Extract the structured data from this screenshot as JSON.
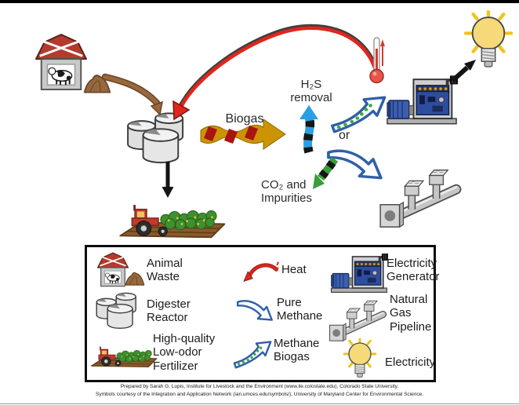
{
  "diagram": {
    "labels": {
      "biogas": "Biogas",
      "h2s_removal": "H₂S removal",
      "co2_impurities": "CO₂ and Impurities",
      "or": "or"
    }
  },
  "legend": {
    "items": [
      {
        "icon": "animal-waste-icon",
        "label": "Animal Waste"
      },
      {
        "icon": "digester-reactor-icon",
        "label": "Digester Reactor"
      },
      {
        "icon": "fertilizer-icon",
        "label": "High-quality Low-odor Fertilizer"
      },
      {
        "icon": "heat-arrow-icon",
        "label": "Heat"
      },
      {
        "icon": "pure-methane-arrow-icon",
        "label": "Pure Methane"
      },
      {
        "icon": "methane-biogas-arrow-icon",
        "label": "Methane Biogas"
      },
      {
        "icon": "electricity-generator-icon",
        "label": "Electricity Generator"
      },
      {
        "icon": "natural-gas-pipeline-icon",
        "label": "Natural Gas Pipeline"
      },
      {
        "icon": "light-bulb-icon",
        "label": "Electricity"
      }
    ]
  },
  "credits": {
    "line1": "Prepared by Sarah G. Lupis, Institute for Livestock and the Environment (www.ile.colostate.edu), Colorado State University.",
    "line2": "Symbols courtesy of the Integration and Application Network (ian.umces.edu/symbols/), University of Maryland Center for Environmental Science."
  },
  "colors": {
    "heat_red": "#e0261c",
    "biogas_gold": "#cc9405",
    "stripe_red": "#a81410",
    "h2s_blue": "#2aa0e4",
    "co2_green": "#3a9e3a",
    "methane_blue": "#2f5fa8",
    "dot_green": "#3aaa3a",
    "waste_brown": "#96693c",
    "barn_red": "#b23b2e",
    "bulb_yellow": "#f6da79"
  }
}
